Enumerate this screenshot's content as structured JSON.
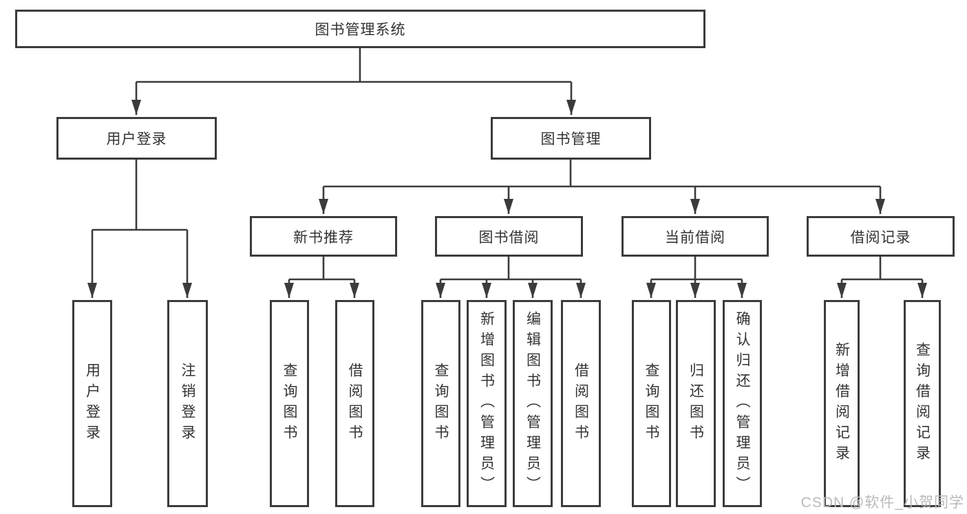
{
  "colors": {
    "line": "#3b3b3b",
    "box-border": "#3b3b3b",
    "text": "#333333",
    "watermark": "#b9b9b9",
    "background": "#ffffff"
  },
  "diagram": {
    "type": "hierarchy-tree",
    "root": "图书管理系统",
    "level2": {
      "user": "用户登录",
      "mgmt": "图书管理"
    },
    "level3": [
      "新书推荐",
      "图书借阅",
      "当前借阅",
      "借阅记录"
    ],
    "leaves": {
      "user": [
        "用户登录",
        "注销登录"
      ],
      "newrec": [
        "查询图书",
        "借阅图书"
      ],
      "borrow": [
        "查询图书",
        "新增图书（管理员）",
        "编辑图书（管理员）",
        "借阅图书"
      ],
      "current": [
        "查询图书",
        "归还图书",
        "确认归还（管理员）"
      ],
      "records": [
        "新增借阅记录",
        "查询借阅记录"
      ]
    }
  },
  "watermark": "CSDN @软件_小贺同学"
}
